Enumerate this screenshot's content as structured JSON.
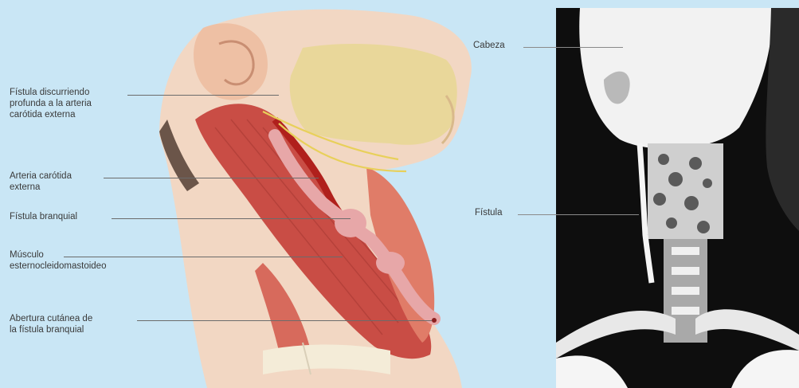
{
  "colors": {
    "background": "#c9e6f5",
    "skin": "#f2d7c3",
    "muscle": "#c94d45",
    "muscle_light": "#e07c68",
    "bone": "#e9d79a",
    "fistula": "#e7a7a8",
    "xray_dark": "#0e0e0e"
  },
  "labels": {
    "fistula_profunda": "Fístula discurriendo\nprofunda a la arteria\ncarótida externa",
    "arteria": "Arteria carótida\nexterna",
    "fistula_branquial": "Fístula branquial",
    "musculo": "Músculo\nesternocleidomastoideo",
    "abertura": "Abertura cutánea de\nla fístula branquial"
  },
  "xray_labels": {
    "cabeza": "Cabeza",
    "fistula": "Fístula"
  }
}
